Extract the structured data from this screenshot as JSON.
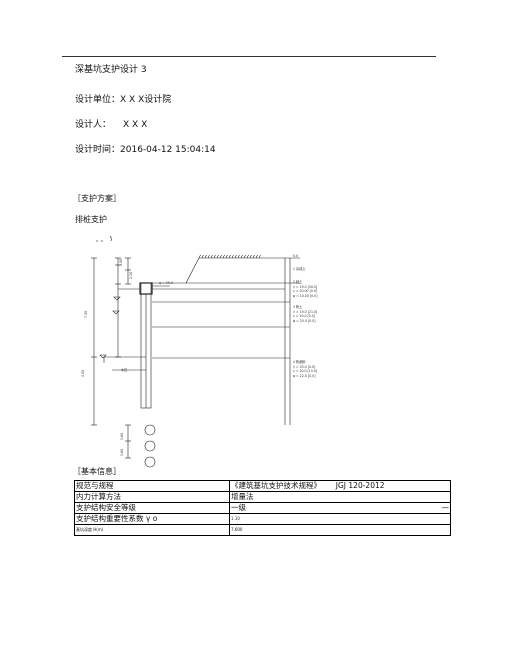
{
  "header": {
    "title": "深基坑支护设计 3",
    "unit_label": "设计单位：",
    "unit_value": "X X X设计院",
    "designer_label": "设计人：",
    "designer_value": "X X X",
    "time_label": "设计时间：",
    "time_value": "2016-04-12 15:04:14"
  },
  "section_scheme": "［支护方案］",
  "scheme_type": "排桩支护",
  "drawing": {
    "dims": {
      "top_left": "1.00",
      "h1": "2.10",
      "h2": "7.50",
      "h3": "4.00",
      "bot1": "1.60",
      "bot2": "1.60"
    },
    "layers": [
      {
        "title": "1 杂填土",
        "lines": []
      },
      {
        "title": "2 粘土",
        "lines": [
          "γ = 19.0 [20.0]",
          "c = 20.00 [0.0]",
          "φ = 10.00 [0.0]"
        ]
      },
      {
        "title": "3 粉土",
        "lines": [
          "γ = 19.0 [21.0]",
          "c = 10.0 [0.0]",
          "φ = 20.0 [0.0]"
        ]
      },
      {
        "title": "4 粉细砂",
        "lines": [
          "γ = 20.0 [0.0]",
          "c = 20.0 [10.0]",
          "φ = 22.0 [0.0]"
        ]
      }
    ],
    "load_label": "q = 20.0",
    "top_mark": "0.0",
    "water_label": "水位"
  },
  "section_basic": "［基本信息］",
  "basic_table": [
    {
      "label": "规范与规程",
      "value": "《建筑基坑支护技术规程》",
      "extra": "JGJ 120-2012",
      "extra2": ""
    },
    {
      "label": "内力计算方法",
      "value": "增量法",
      "extra": "",
      "extra2": ""
    },
    {
      "label": "支护结构安全等级",
      "value": "一级",
      "extra": "",
      "extra2": "—"
    },
    {
      "label": "支护结构重要性系数 γ o",
      "value": "1.10",
      "extra": "",
      "extra2": ""
    },
    {
      "label": "基坑深度 H(m)",
      "value": "7.600",
      "extra": "",
      "extra2": ""
    }
  ]
}
